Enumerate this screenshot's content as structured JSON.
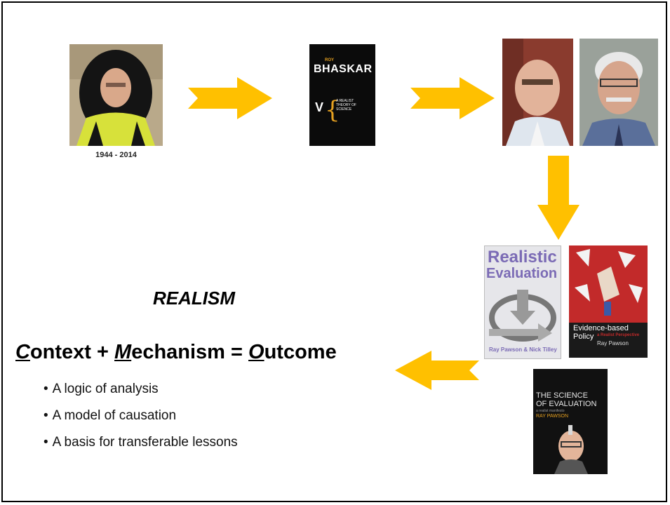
{
  "slide": {
    "lifespan": "1944 - 2014",
    "heading": "REALISM",
    "formula": {
      "part1_cap": "C",
      "part1_rest": "ontext + ",
      "part2_cap": "M",
      "part2_rest": "echanism = ",
      "part3_cap": "O",
      "part3_rest": "utcome"
    },
    "bullets": [
      "A logic of analysis",
      "A model of causation",
      "A basis for transferable lessons"
    ]
  },
  "books": {
    "bhaskar": {
      "author_small": "ROY",
      "author": "BHASKAR",
      "title": "A REALIST THEORY OF SCIENCE",
      "glyph": "V"
    },
    "realistic_evaluation": {
      "title_line1": "Realistic",
      "title_line2": "Evaluation",
      "authors": "Ray Pawson & Nick Tilley"
    },
    "evidence_based": {
      "title": "Evidence-based Policy",
      "subtitle": "a Realist Perspective",
      "author": "Ray Pawson"
    },
    "science_of_evaluation": {
      "title_line1": "THE SCIENCE",
      "title_line2": "OF EVALUATION",
      "subtitle": "a realist manifesto",
      "author": "RAY PAWSON"
    }
  },
  "colors": {
    "arrow": "#FFC000",
    "formula_text": "#000000"
  },
  "icons": {
    "arrow": "block-arrow"
  }
}
